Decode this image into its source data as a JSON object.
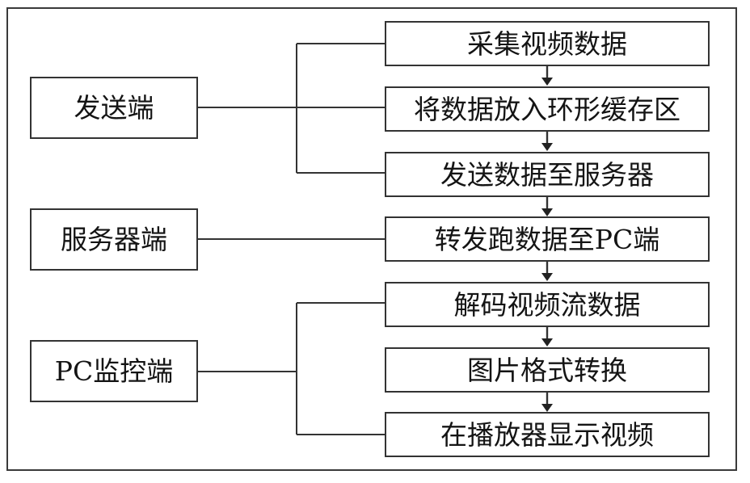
{
  "roles": [
    {
      "id": "sender",
      "label": "发送端"
    },
    {
      "id": "server",
      "label": "服务器端"
    },
    {
      "id": "pc",
      "label": "PC监控端"
    }
  ],
  "steps": [
    {
      "id": "capture",
      "label": "采集视频数据"
    },
    {
      "id": "ring-buffer",
      "label": "将数据放入环形缓存区"
    },
    {
      "id": "send-to-server",
      "label": "发送数据至服务器"
    },
    {
      "id": "forward-to-pc",
      "label": "转发跑数据至PC端"
    },
    {
      "id": "decode",
      "label": "解码视频流数据"
    },
    {
      "id": "convert",
      "label": "图片格式转换"
    },
    {
      "id": "display",
      "label": "在播放器显示视频"
    }
  ],
  "role_groups": [
    {
      "role": "sender",
      "steps": [
        "capture",
        "ring-buffer",
        "send-to-server"
      ]
    },
    {
      "role": "server",
      "steps": [
        "forward-to-pc"
      ]
    },
    {
      "role": "pc",
      "steps": [
        "decode",
        "convert",
        "display"
      ]
    }
  ]
}
